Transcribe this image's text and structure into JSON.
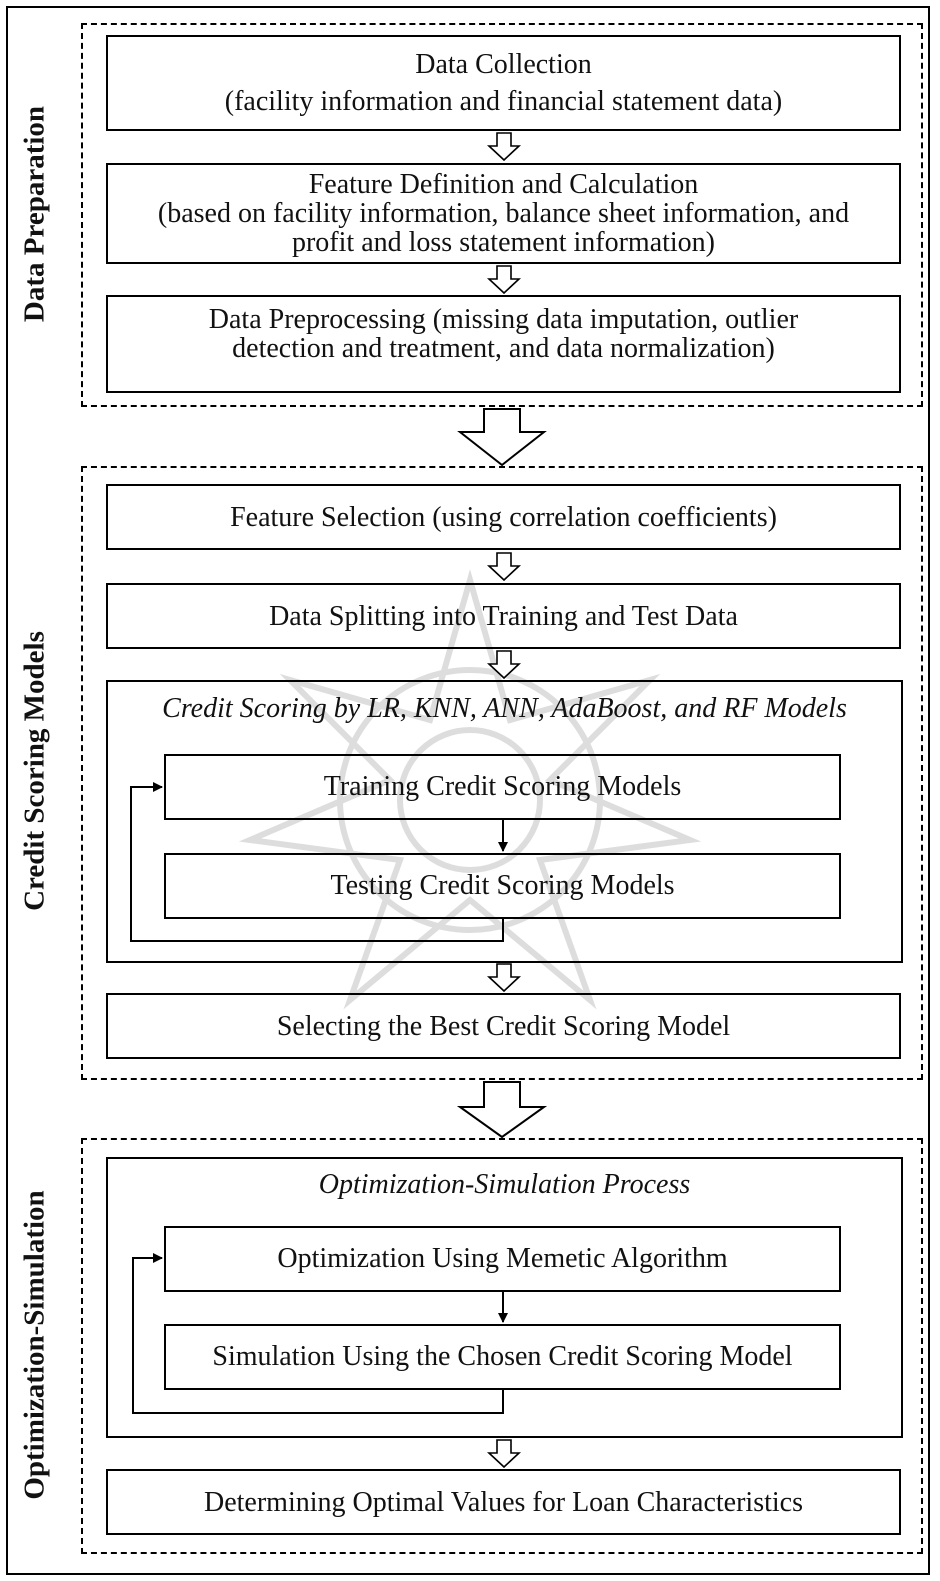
{
  "sections": [
    {
      "label": "Data Preparation",
      "steps": [
        {
          "lines": [
            "Data Collection",
            "(facility information and financial statement data)"
          ]
        },
        {
          "lines": [
            "Feature Definition and Calculation",
            "(based on facility information, balance sheet information, and",
            "profit and loss statement information)"
          ]
        },
        {
          "lines": [
            "Data Preprocessing (missing data imputation, outlier",
            "detection and treatment, and data normalization)"
          ]
        }
      ]
    },
    {
      "label": "Credit Scoring Models",
      "steps": [
        {
          "lines": [
            "Feature Selection (using correlation coefficients)"
          ]
        },
        {
          "lines": [
            "Data Splitting into Training and Test Data"
          ]
        },
        {
          "title": "Credit Scoring by LR, KNN, ANN, AdaBoost, and RF Models",
          "loop": [
            "Training Credit Scoring Models",
            "Testing Credit Scoring Models"
          ]
        },
        {
          "lines": [
            "Selecting the Best Credit Scoring Model"
          ]
        }
      ]
    },
    {
      "label": "Optimization-Simulation",
      "steps": [
        {
          "title": "Optimization-Simulation Process",
          "loop": [
            "Optimization Using Memetic Algorithm",
            "Simulation Using the Chosen Credit Scoring Model"
          ]
        },
        {
          "lines": [
            "Determining Optimal Values for Loan Characteristics"
          ]
        }
      ]
    }
  ]
}
